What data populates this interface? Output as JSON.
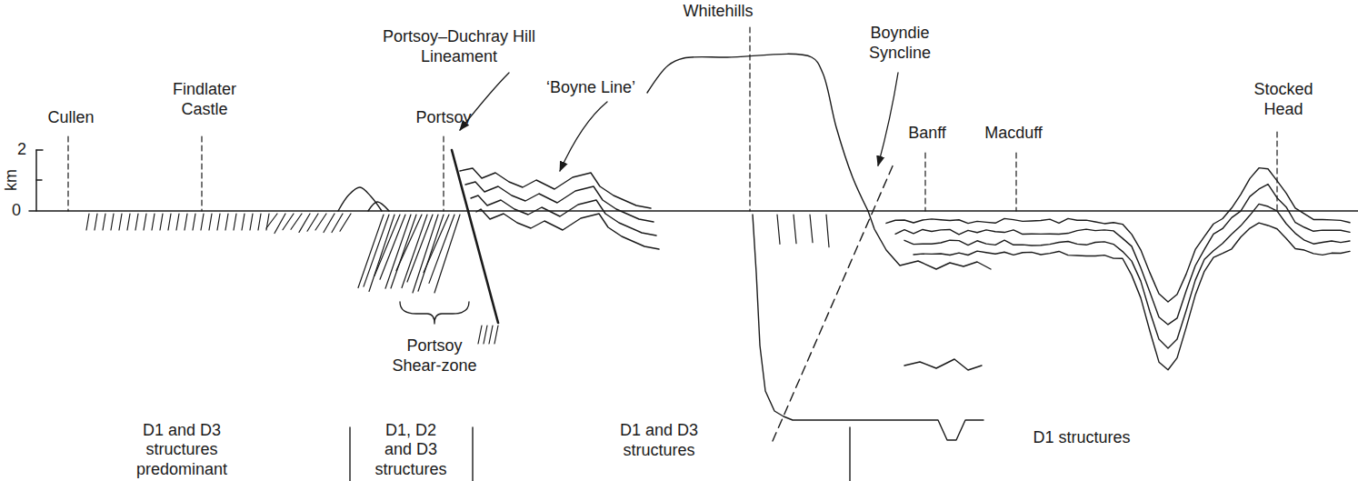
{
  "diagram": {
    "labels": [
      "Whitehills",
      "Portsoy–Duchray Hill Lineament",
      "Boyndie Syncline",
      "‘Boyne Line’",
      "2",
      "km",
      "0",
      "Findlater Castle",
      "Stocked Head",
      "Cullen",
      "Portsoy",
      "Banff",
      "Macduff",
      "Portsoy Shear-zone",
      "D1 and D3 structures predominant",
      "D1, D2 and D3 structures",
      "D1 and D3 structures",
      "D1 structures"
    ]
  }
}
